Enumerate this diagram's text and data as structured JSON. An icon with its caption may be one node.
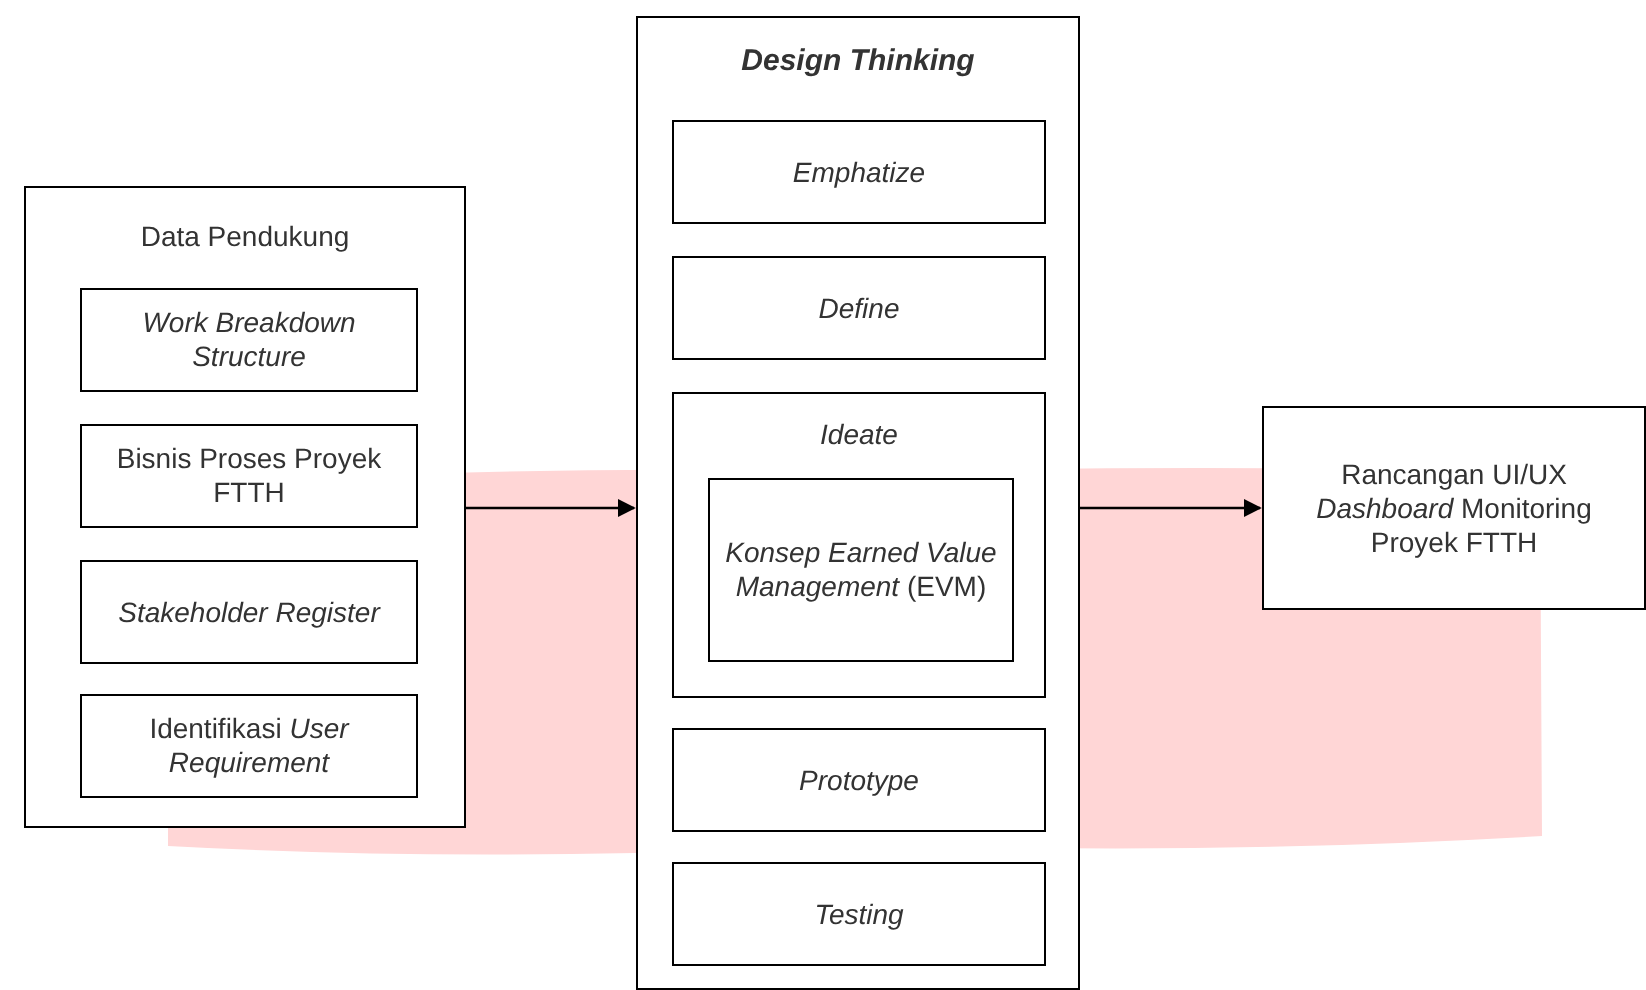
{
  "diagram": {
    "nodes": [
      {
        "text": [
          "Data Pendukung"
        ]
      },
      {
        "text": [
          "*Work Breakdown Structure*"
        ],
        "in": 0
      },
      {
        "text": [
          "Bisnis Proses Proyek FTTH"
        ],
        "in": 0
      },
      {
        "text": [
          "*Stakeholder Register*"
        ],
        "in": 0
      },
      {
        "text": [
          "Identifikasi *User Requirement*"
        ],
        "in": 0
      },
      {
        "text": [
          "Design Thinking"
        ]
      },
      {
        "text": [
          "*Emphatize*"
        ],
        "in": 5
      },
      {
        "text": [
          "*Define*"
        ],
        "in": 5
      },
      {
        "text": [
          "*Ideate*"
        ],
        "in": 5
      },
      {
        "text": [
          "*Konsep Earned Value Management* (EVM)"
        ],
        "in": 8
      },
      {
        "text": [
          "*Prototype*"
        ],
        "in": 5
      },
      {
        "text": [
          "*Testing*"
        ],
        "in": 5
      },
      {
        "text": [
          "Rancangan UI/UX *Dashboard* Monitoring Proyek FTTH"
        ]
      }
    ],
    "edges": [
      {
        "from": 0,
        "to": 5,
        "arrow": "to"
      },
      {
        "from": 5,
        "to": 12,
        "arrow": "to"
      }
    ]
  }
}
